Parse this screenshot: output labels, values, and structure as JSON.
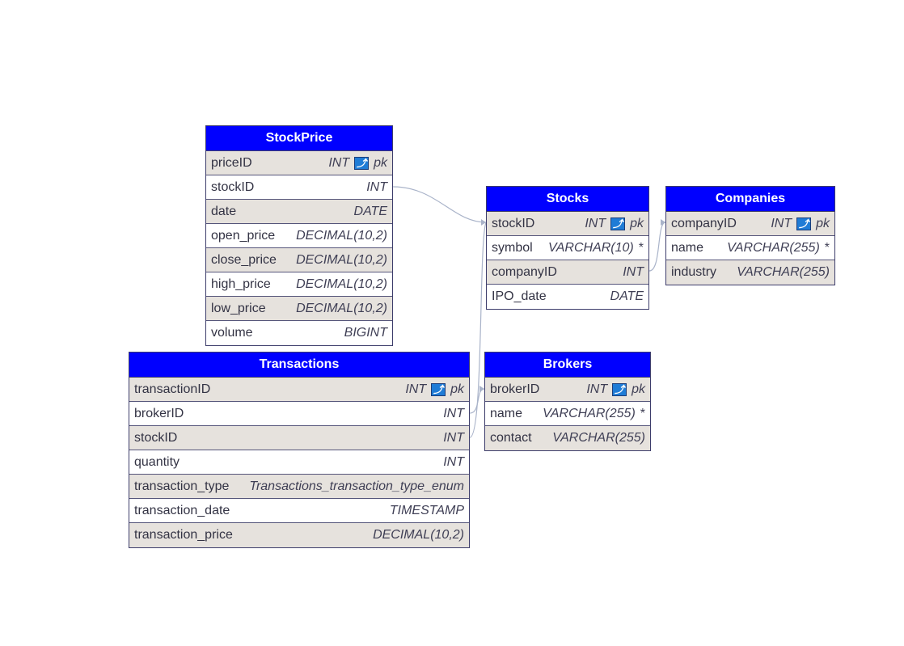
{
  "header_color": "#0000ff",
  "row_alt_color": "#e6e2dd",
  "tables": {
    "stockprice": {
      "title": "StockPrice",
      "rows": [
        {
          "name": "priceID",
          "type": "INT",
          "key": "pk"
        },
        {
          "name": "stockID",
          "type": "INT"
        },
        {
          "name": "date",
          "type": "DATE"
        },
        {
          "name": "open_price",
          "type": "DECIMAL(10,2)"
        },
        {
          "name": "close_price",
          "type": "DECIMAL(10,2)"
        },
        {
          "name": "high_price",
          "type": "DECIMAL(10,2)"
        },
        {
          "name": "low_price",
          "type": "DECIMAL(10,2)"
        },
        {
          "name": "volume",
          "type": "BIGINT"
        }
      ]
    },
    "stocks": {
      "title": "Stocks",
      "rows": [
        {
          "name": "stockID",
          "type": "INT",
          "key": "pk"
        },
        {
          "name": "symbol",
          "type": "VARCHAR(10)",
          "required": "*"
        },
        {
          "name": "companyID",
          "type": "INT"
        },
        {
          "name": "IPO_date",
          "type": "DATE"
        }
      ]
    },
    "companies": {
      "title": "Companies",
      "rows": [
        {
          "name": "companyID",
          "type": "INT",
          "key": "pk"
        },
        {
          "name": "name",
          "type": "VARCHAR(255)",
          "required": "*"
        },
        {
          "name": "industry",
          "type": "VARCHAR(255)"
        }
      ]
    },
    "transactions": {
      "title": "Transactions",
      "rows": [
        {
          "name": "transactionID",
          "type": "INT",
          "key": "pk"
        },
        {
          "name": "brokerID",
          "type": "INT"
        },
        {
          "name": "stockID",
          "type": "INT"
        },
        {
          "name": "quantity",
          "type": "INT"
        },
        {
          "name": "transaction_type",
          "type": "Transactions_transaction_type_enum"
        },
        {
          "name": "transaction_date",
          "type": "TIMESTAMP"
        },
        {
          "name": "transaction_price",
          "type": "DECIMAL(10,2)"
        }
      ]
    },
    "brokers": {
      "title": "Brokers",
      "rows": [
        {
          "name": "brokerID",
          "type": "INT",
          "key": "pk"
        },
        {
          "name": "name",
          "type": "VARCHAR(255)",
          "required": "*"
        },
        {
          "name": "contact",
          "type": "VARCHAR(255)"
        }
      ]
    }
  },
  "relationships": [
    {
      "from": "StockPrice.stockID",
      "to": "Stocks.stockID"
    },
    {
      "from": "Stocks.companyID",
      "to": "Companies.companyID"
    },
    {
      "from": "Transactions.brokerID",
      "to": "Brokers.brokerID"
    },
    {
      "from": "Transactions.stockID",
      "to": "Stocks.stockID"
    }
  ],
  "icons": {
    "primary_key": "key-icon"
  }
}
